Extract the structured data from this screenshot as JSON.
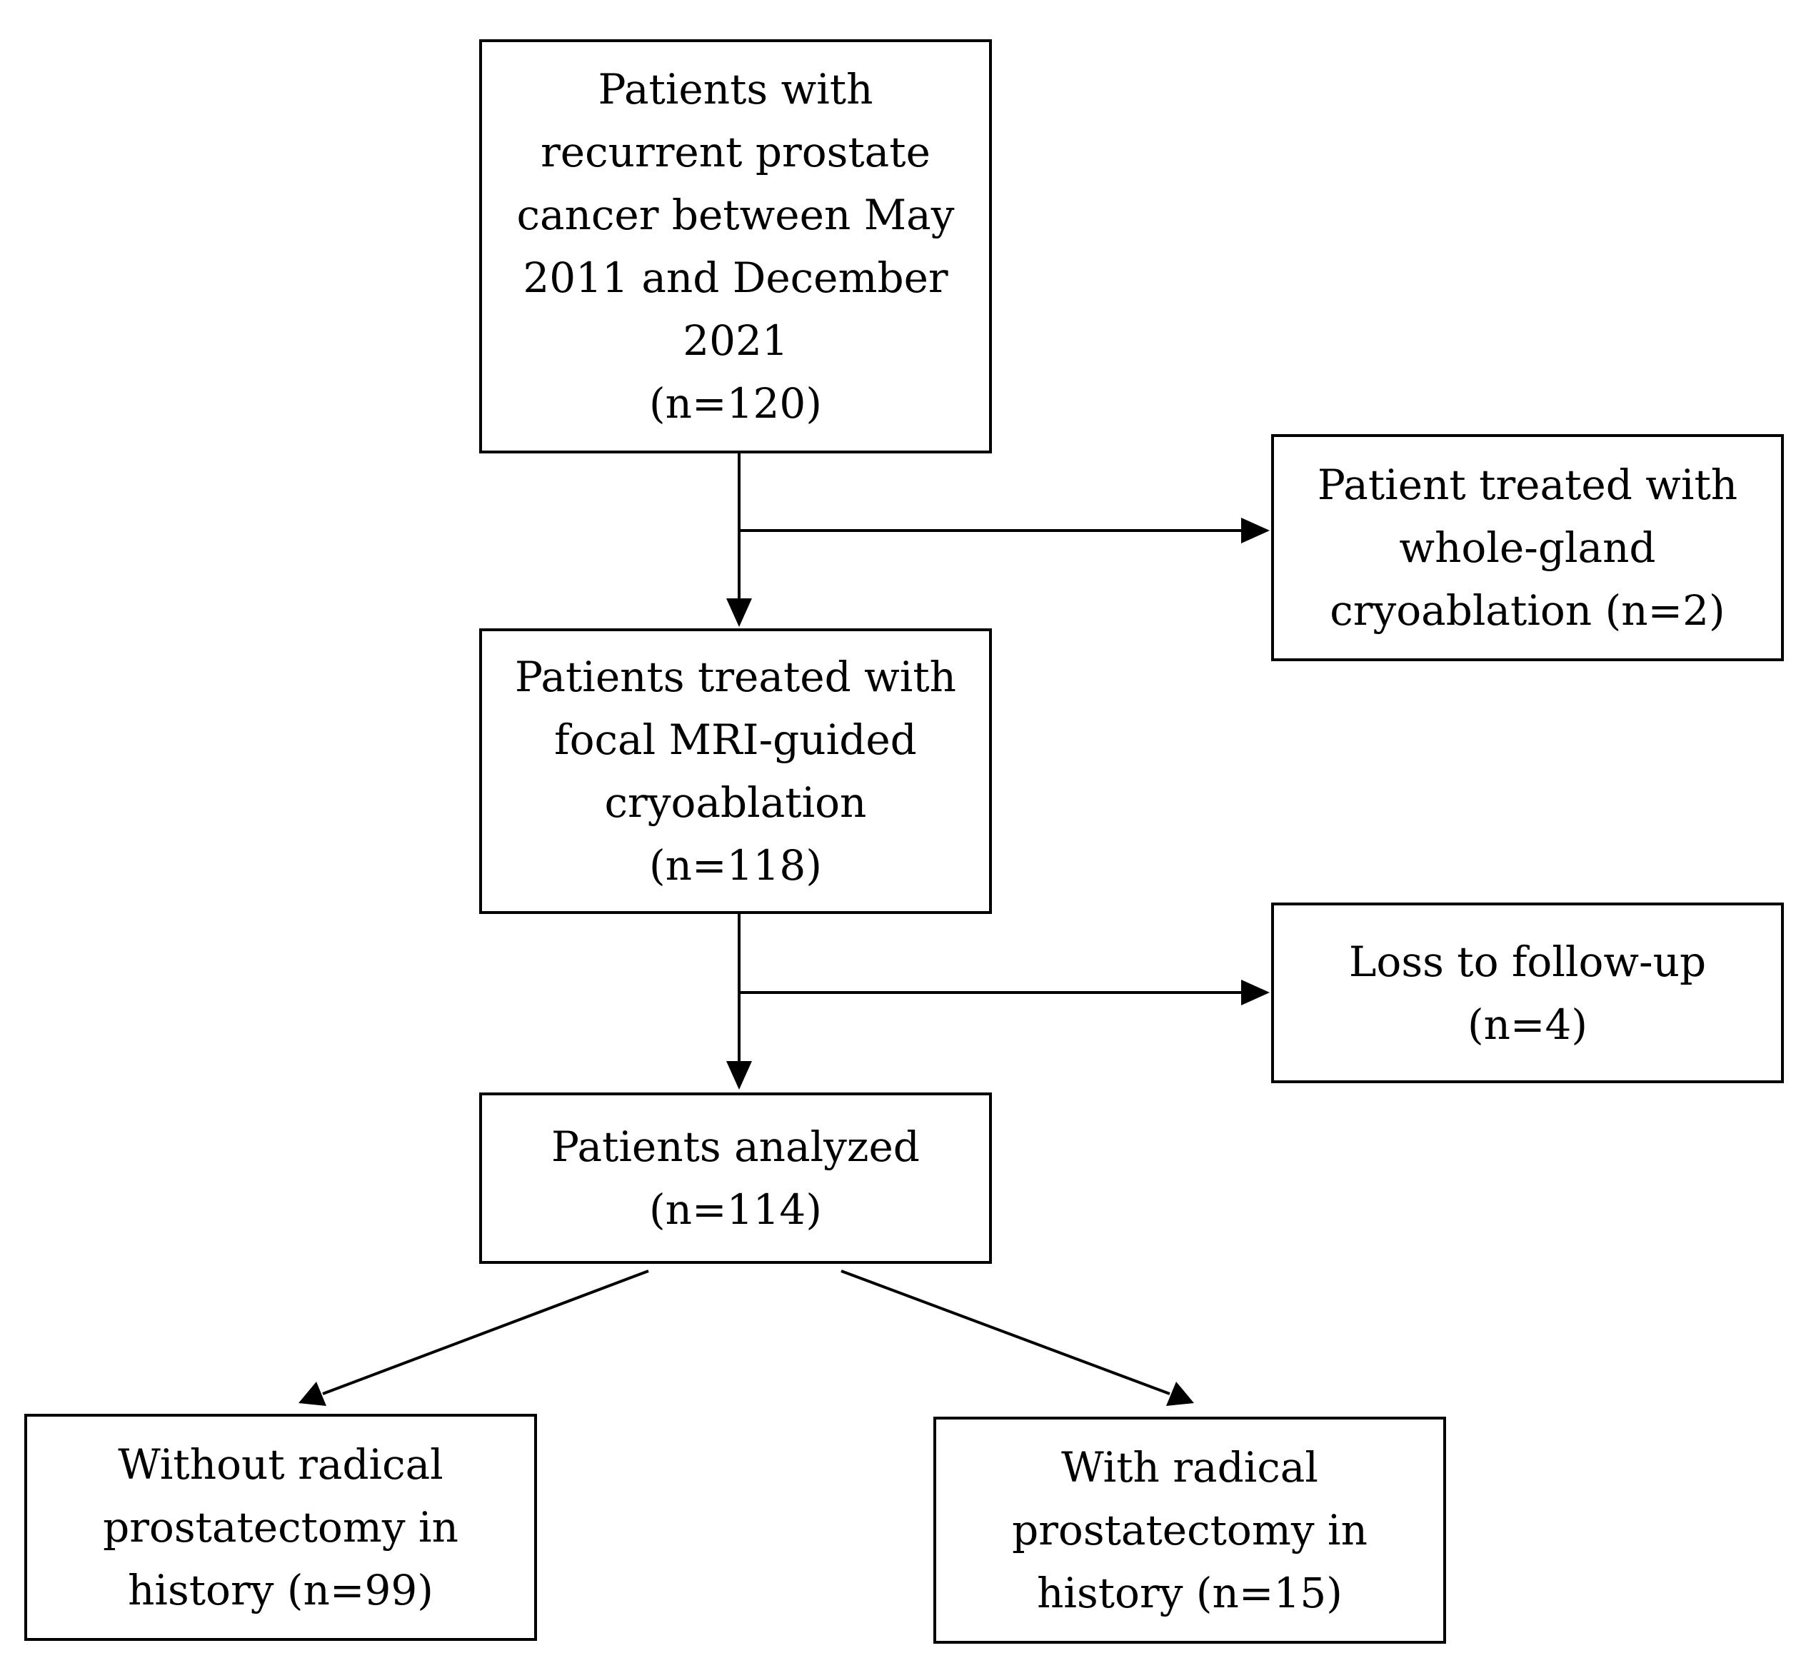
{
  "boxes": {
    "start": {
      "lines": [
        "Patients with",
        "recurrent prostate",
        "cancer between May",
        "2011 and December",
        "2021",
        "(n=120)"
      ]
    },
    "whole_gland": {
      "lines": [
        "Patient treated with",
        "whole-gland",
        "cryoablation (n=2)"
      ]
    },
    "focal": {
      "lines": [
        "Patients treated with",
        "focal MRI-guided",
        "cryoablation",
        "(n=118)"
      ]
    },
    "loss": {
      "lines": [
        "Loss to follow-up",
        "(n=4)"
      ]
    },
    "analyzed": {
      "lines": [
        "Patients analyzed",
        "(n=114)"
      ]
    },
    "without_rp": {
      "lines": [
        "Without radical",
        "prostatectomy in",
        "history (n=99)"
      ]
    },
    "with_rp": {
      "lines": [
        "With radical",
        "prostatectomy in",
        "history (n=15)"
      ]
    }
  },
  "colors": {
    "stroke": "#000000",
    "background": "#ffffff"
  }
}
